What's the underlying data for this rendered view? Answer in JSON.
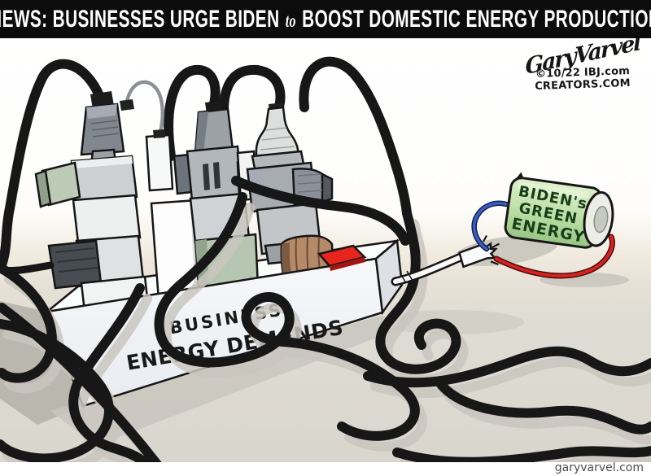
{
  "banner": {
    "text_before_to": "NEWS: BUSINESSES URGE BIDEN",
    "to_word": "to",
    "text_after_to": "BOOST DOMESTIC ENERGY PRODUCTION"
  },
  "signature": {
    "artist_signature": "GaryVarvel",
    "credit_line_1": "©10/22 IBJ.com",
    "credit_line_2": "CREATORS.COM"
  },
  "power_strip": {
    "label_line_1": "BUSINESS",
    "label_line_2": "ENERGY DEMANDS"
  },
  "battery": {
    "label_line_1": "BIDEN's",
    "label_line_2": "GREEN",
    "label_line_3": "ENERGY"
  },
  "footer": {
    "watermark": "garyvarvel.com"
  },
  "colors": {
    "banner_bg": "#0c0c0c",
    "banner_text": "#ffffff",
    "wall_white": "#ffffff",
    "floor_gray": "#dbd8d0",
    "cable_black": "#171717",
    "strip_white": "#f1f3f5",
    "switch_red": "#e8251d",
    "battery_green": "#aed69a",
    "battery_text_green": "#173f17",
    "wire_blue": "#3b5cc4",
    "wire_red": "#d42322",
    "coil_brown": "#b58a68",
    "ink_outline": "#161616",
    "watermark_gray": "#4c4c4c"
  }
}
